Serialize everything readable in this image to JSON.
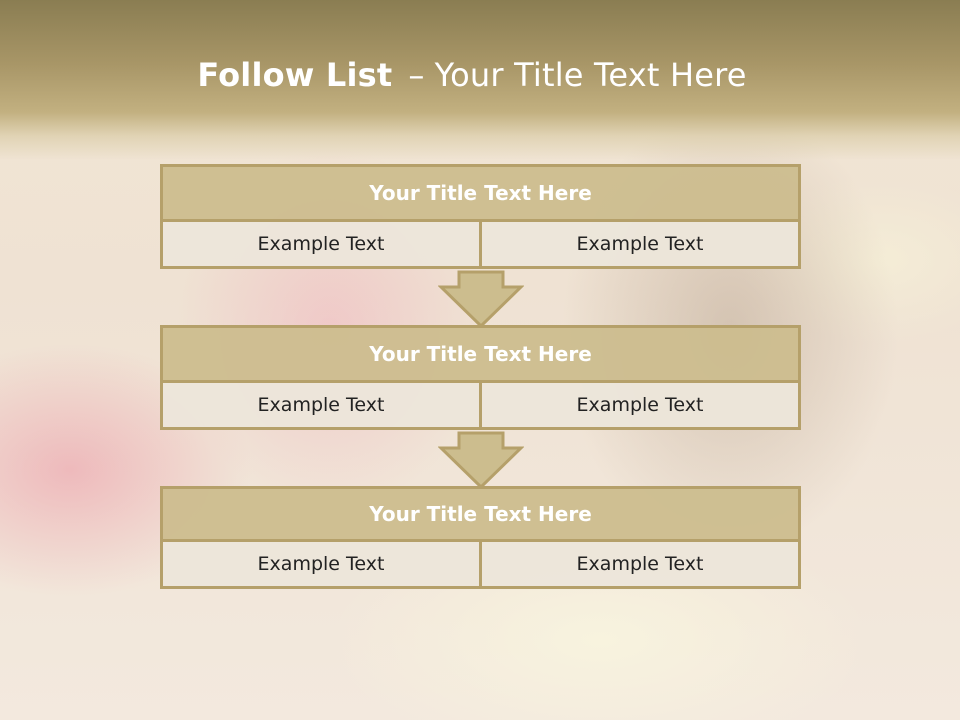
{
  "slide": {
    "title_bold": "Follow List",
    "title_sep": "–",
    "title_rest": "Your Title Text Here"
  },
  "blocks": [
    {
      "title": "Your Title Text Here",
      "left": "Example Text",
      "right": "Example Text"
    },
    {
      "title": "Your Title Text Here",
      "left": "Example Text",
      "right": "Example Text"
    },
    {
      "title": "Your Title Text Here",
      "left": "Example Text",
      "right": "Example Text"
    }
  ],
  "colors": {
    "header": "#a89667",
    "box_fill": "#ccbd8e",
    "box_border": "#b5a06a",
    "cell_fill": "#ece6da"
  },
  "icons": [
    "down-arrow-icon"
  ]
}
